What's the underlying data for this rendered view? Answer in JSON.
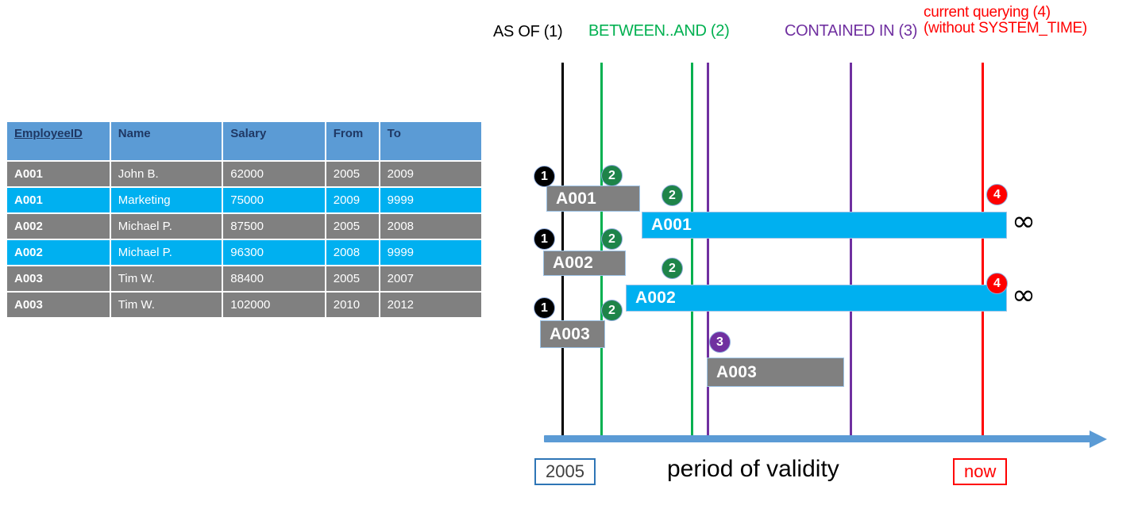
{
  "table": {
    "columns": [
      {
        "label": "EmployeeID",
        "key": true
      },
      {
        "label": "Name",
        "key": false
      },
      {
        "label": "Salary",
        "key": false
      },
      {
        "label": "From",
        "key": false
      },
      {
        "label": "To",
        "key": false
      }
    ],
    "rows": [
      {
        "style": "gray",
        "cells": [
          "A001",
          "John  B.",
          "62000",
          "2005",
          "2009"
        ]
      },
      {
        "style": "cyan",
        "cells": [
          "A001",
          "Marketing",
          "75000",
          "2009",
          "9999"
        ]
      },
      {
        "style": "gray",
        "cells": [
          "A002",
          "Michael P.",
          "87500",
          "2005",
          "2008"
        ]
      },
      {
        "style": "cyan",
        "cells": [
          "A002",
          "Michael P.",
          "96300",
          "2008",
          "9999"
        ]
      },
      {
        "style": "gray",
        "cells": [
          "A003",
          "Tim W.",
          "88400",
          "2005",
          "2007"
        ]
      },
      {
        "style": "gray",
        "cells": [
          "A003",
          "Tim W.",
          "102000",
          "2010",
          "2012"
        ]
      }
    ]
  },
  "diagram": {
    "headers": {
      "as_of": "AS OF (1)",
      "between_and": "BETWEEN..AND (2)",
      "contained_in": "CONTAINED IN (3)",
      "current_line1": "current querying (4)",
      "current_line2": "(without SYSTEM_TIME)"
    },
    "bars": {
      "a001_gray": "A001",
      "a001_cyan": "A001",
      "a002_gray": "A002",
      "a002_cyan": "A002",
      "a003_gray1": "A003",
      "a003_gray2": "A003"
    },
    "markers": {
      "one": "1",
      "two": "2",
      "three": "3",
      "four": "4"
    },
    "infinity": "∞",
    "axis": {
      "start_label": "2005",
      "end_label": "now",
      "caption": "period of validity"
    }
  },
  "colors": {
    "header_blue": "#5B9BD5",
    "header_text": "#1F3864",
    "row_gray": "#808080",
    "row_cyan": "#00B0F0",
    "green": "#00B050",
    "purple": "#7030A0",
    "red": "#FF0000",
    "black": "#000000",
    "axis_blue": "#5B9BD5"
  }
}
